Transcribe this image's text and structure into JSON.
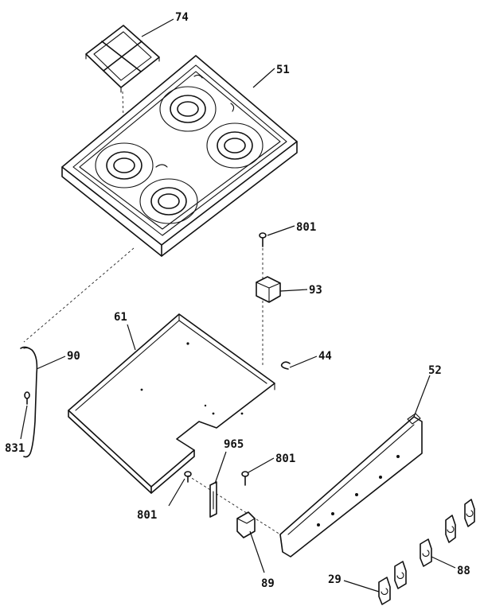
{
  "diagram": {
    "callouts": [
      {
        "id": "74",
        "text": "74"
      },
      {
        "id": "51",
        "text": "51"
      },
      {
        "id": "801a",
        "text": "801"
      },
      {
        "id": "93",
        "text": "93"
      },
      {
        "id": "61",
        "text": "61"
      },
      {
        "id": "90",
        "text": "90"
      },
      {
        "id": "44",
        "text": "44"
      },
      {
        "id": "52",
        "text": "52"
      },
      {
        "id": "831",
        "text": "831"
      },
      {
        "id": "965",
        "text": "965"
      },
      {
        "id": "801b",
        "text": "801"
      },
      {
        "id": "801c",
        "text": "801"
      },
      {
        "id": "89",
        "text": "89"
      },
      {
        "id": "88",
        "text": "88"
      },
      {
        "id": "29",
        "text": "29"
      }
    ]
  }
}
